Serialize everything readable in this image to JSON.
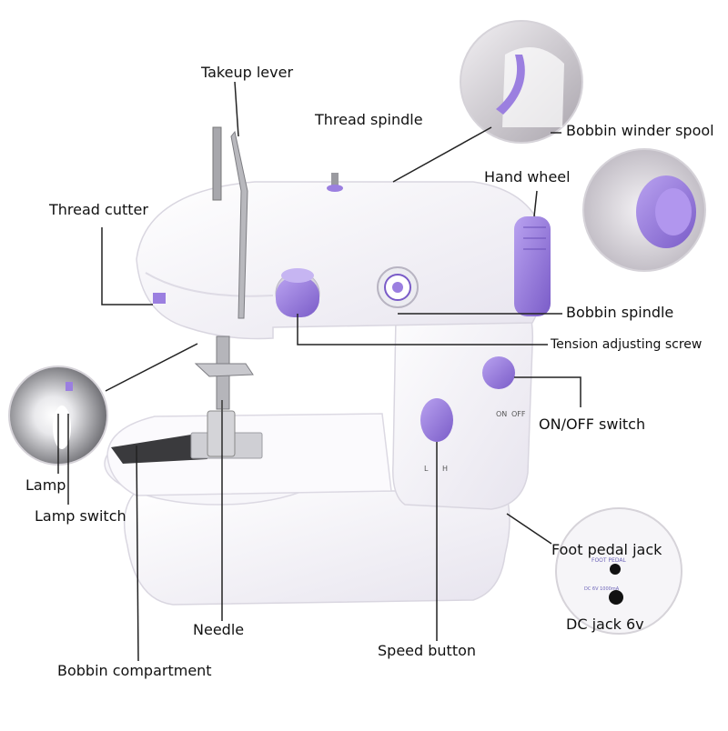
{
  "labels": {
    "takeup_lever": "Takeup lever",
    "thread_spindle": "Thread spindle",
    "bobbin_winder_spool": "Bobbin winder spool",
    "hand_wheel": "Hand wheel",
    "thread_cutter": "Thread cutter",
    "bobbin_spindle": "Bobbin spindle",
    "tension_adjusting_screw": "Tension adjusting screw",
    "on_off_switch": "ON/OFF switch",
    "lamp": "Lamp",
    "lamp_switch": "Lamp switch",
    "foot_pedal_jack": "Foot pedal jack",
    "dc_jack": "DC jack 6v",
    "needle": "Needle",
    "speed_button": "Speed button",
    "bobbin_compartment": "Bobbin compartment"
  },
  "machine_marks": {
    "switch_on": "ON",
    "switch_off": "OFF",
    "speed_low": "L",
    "speed_high": "H",
    "foot_pedal_small": "FOOT PEDAL",
    "dc_small": "DC 6V 1000mA"
  },
  "colors": {
    "body": "#f4f2f8",
    "accent_purple": "#9b7fe0",
    "accent_purple_dark": "#7a5cc8",
    "leader_line": "#222222",
    "base_shadow": "#e6e4ec"
  }
}
